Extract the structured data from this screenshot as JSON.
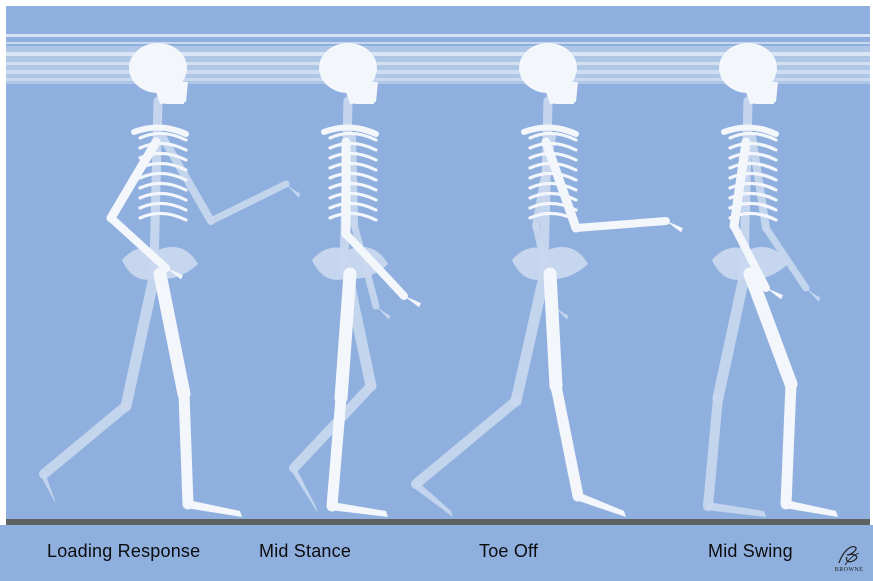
{
  "captions": {
    "loading_response": "Loading Response",
    "mid_stance": "Mid  Stance",
    "toe_off": "Toe Off",
    "mid_swing": "Mid  Swing"
  },
  "logo": {
    "text": "BROWNE"
  },
  "colors": {
    "background": "#8fb0de",
    "stripes": "#dfe9f6",
    "bone_near": "#f3f6fb",
    "bone_far": "#c9d8ef",
    "ground": "#5e6264"
  },
  "figures": [
    {
      "name": "skeleton-loading-response"
    },
    {
      "name": "skeleton-mid-stance"
    },
    {
      "name": "skeleton-toe-off"
    },
    {
      "name": "skeleton-mid-swing"
    }
  ]
}
